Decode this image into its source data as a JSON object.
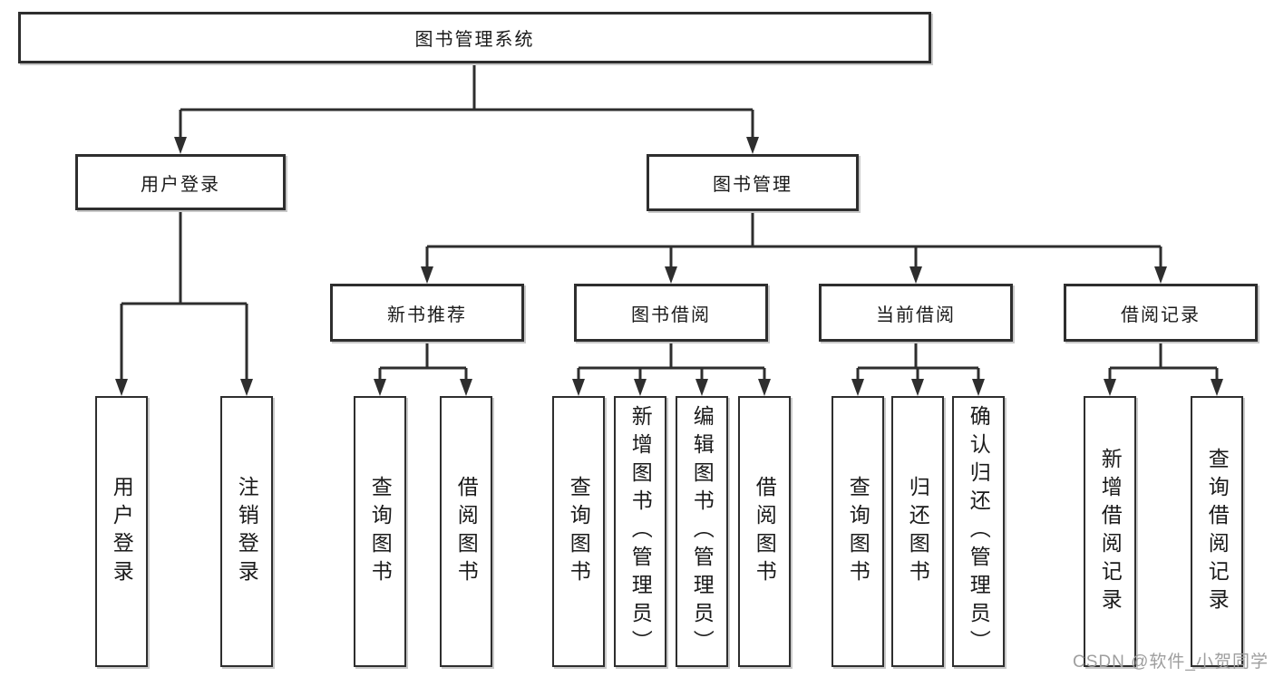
{
  "colors": {
    "line": "#2e2e2e",
    "border": "#2e2e2e",
    "text": "#1a1a1a",
    "shadow": "#c9c9c9",
    "watermark": "#9e9e9e",
    "background": "#ffffff"
  },
  "watermark": "CSDN @软件_小贺同学",
  "tree": {
    "root": "图书管理系统",
    "level2": [
      "用户登录",
      "图书管理"
    ],
    "level3": [
      "新书推荐",
      "图书借阅",
      "当前借阅",
      "借阅记录"
    ],
    "level4": [
      "用户登录",
      "注销登录",
      "查询图书",
      "借阅图书",
      "查询图书",
      "新增图书（管理员）",
      "编辑图书（管理员）",
      "借阅图书",
      "查询图书",
      "归还图书",
      "确认归还（管理员）",
      "新增借阅记录",
      "查询借阅记录"
    ]
  },
  "structure": {
    "图书管理系统": {
      "用户登录": [
        "用户登录",
        "注销登录"
      ],
      "图书管理": {
        "新书推荐": [
          "查询图书",
          "借阅图书"
        ],
        "图书借阅": [
          "查询图书",
          "新增图书（管理员）",
          "编辑图书（管理员）",
          "借阅图书"
        ],
        "当前借阅": [
          "查询图书",
          "归还图书",
          "确认归还（管理员）"
        ],
        "借阅记录": [
          "新增借阅记录",
          "查询借阅记录"
        ]
      }
    }
  }
}
